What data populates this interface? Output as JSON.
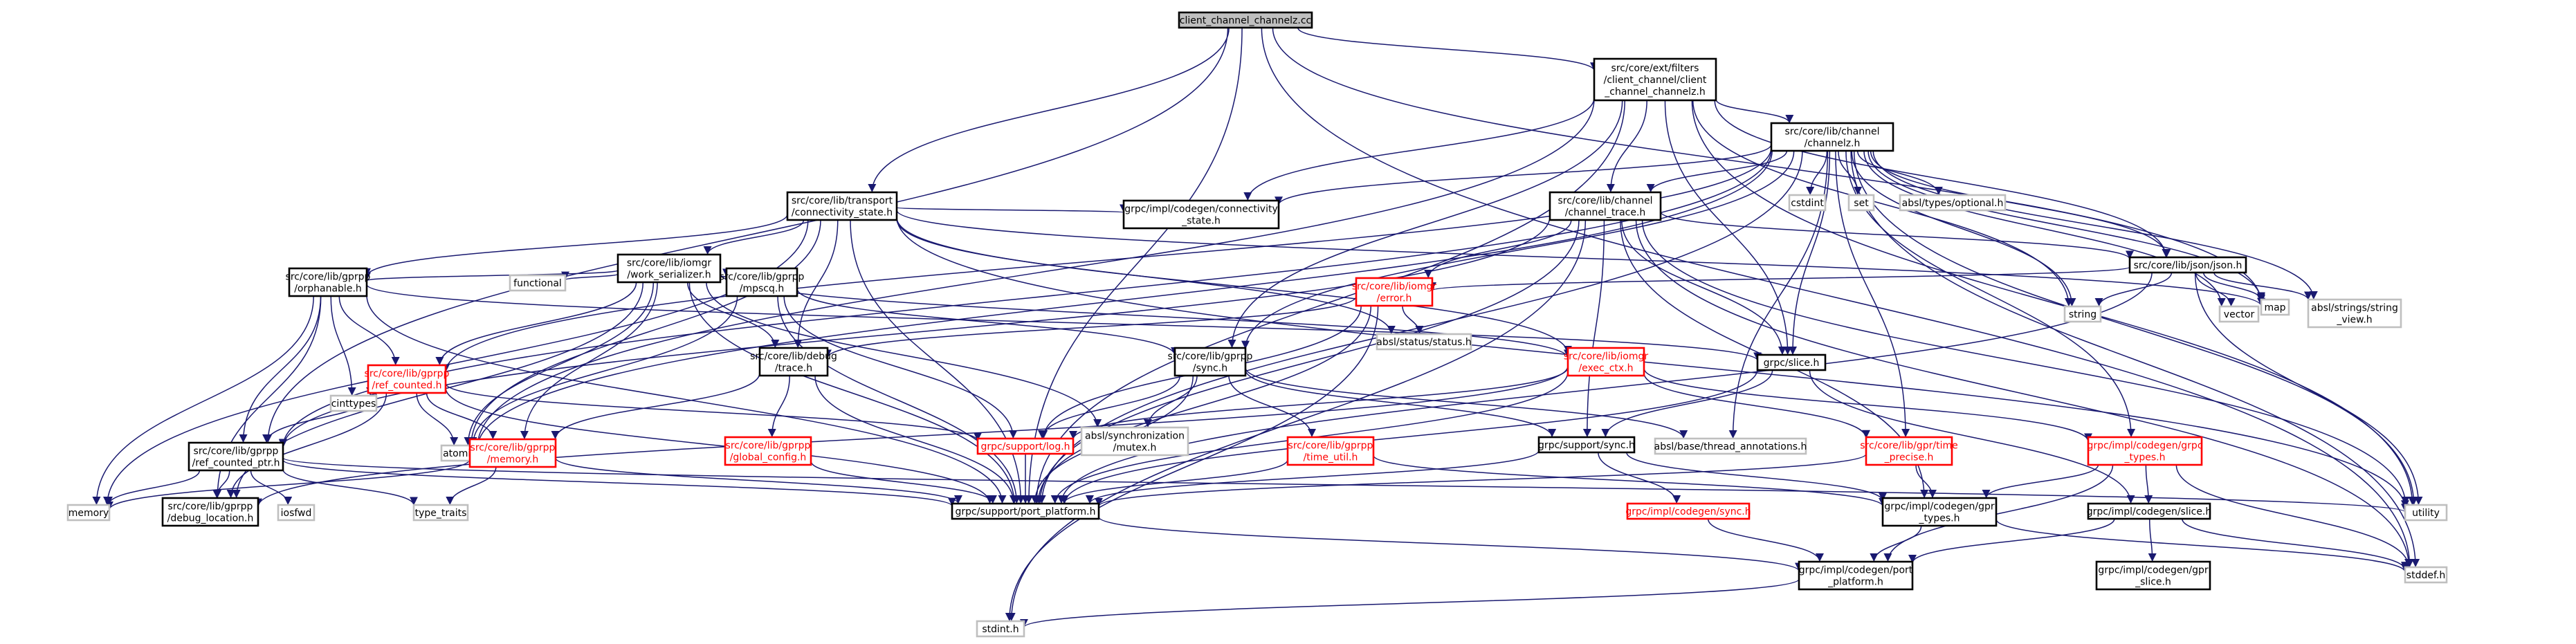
{
  "colors": {
    "edge": "#191970",
    "border_normal": "#000000",
    "border_error": "#ff0000",
    "border_external": "#bfbfbf",
    "text_normal": "#000000",
    "text_error": "#ff0000",
    "root_fill": "#bfbfbf"
  },
  "nodes": [
    {
      "id": "root",
      "lines": [
        "client_channel_channelz.cc"
      ],
      "kind": "root"
    },
    {
      "id": "cc_h",
      "lines": [
        "src/core/ext/filters",
        "/client_channel/client",
        "_channel_channelz.h"
      ],
      "kind": "normal"
    },
    {
      "id": "channelz",
      "lines": [
        "src/core/lib/channel",
        "/channelz.h"
      ],
      "kind": "normal"
    },
    {
      "id": "conn_state",
      "lines": [
        "src/core/lib/transport",
        "/connectivity_state.h"
      ],
      "kind": "normal"
    },
    {
      "id": "chan_trace",
      "lines": [
        "src/core/lib/channel",
        "/channel_trace.h"
      ],
      "kind": "normal"
    },
    {
      "id": "codegen_conn",
      "lines": [
        "grpc/impl/codegen/connectivity",
        "_state.h"
      ],
      "kind": "normal"
    },
    {
      "id": "cstdint",
      "lines": [
        "cstdint"
      ],
      "kind": "external"
    },
    {
      "id": "set",
      "lines": [
        "set"
      ],
      "kind": "external"
    },
    {
      "id": "optional",
      "lines": [
        "absl/types/optional.h"
      ],
      "kind": "external"
    },
    {
      "id": "work_ser",
      "lines": [
        "src/core/lib/iomgr",
        "/work_serializer.h"
      ],
      "kind": "normal"
    },
    {
      "id": "json",
      "lines": [
        "src/core/lib/json/json.h"
      ],
      "kind": "normal"
    },
    {
      "id": "functional",
      "lines": [
        "functional"
      ],
      "kind": "external"
    },
    {
      "id": "mpscq",
      "lines": [
        "src/core/lib/gprpp",
        "/mpscq.h"
      ],
      "kind": "normal"
    },
    {
      "id": "orphanable",
      "lines": [
        "src/core/lib/gprpp",
        "/orphanable.h"
      ],
      "kind": "normal"
    },
    {
      "id": "error",
      "lines": [
        "src/core/lib/iomgr",
        "/error.h"
      ],
      "kind": "error"
    },
    {
      "id": "map",
      "lines": [
        "map"
      ],
      "kind": "external"
    },
    {
      "id": "string",
      "lines": [
        "string"
      ],
      "kind": "external"
    },
    {
      "id": "vector",
      "lines": [
        "vector"
      ],
      "kind": "external"
    },
    {
      "id": "string_view",
      "lines": [
        "absl/strings/string",
        "_view.h"
      ],
      "kind": "external"
    },
    {
      "id": "status",
      "lines": [
        "absl/status/status.h"
      ],
      "kind": "external"
    },
    {
      "id": "debug_trace",
      "lines": [
        "src/core/lib/debug",
        "/trace.h"
      ],
      "kind": "normal"
    },
    {
      "id": "sync",
      "lines": [
        "src/core/lib/gprpp",
        "/sync.h"
      ],
      "kind": "normal"
    },
    {
      "id": "exec_ctx",
      "lines": [
        "src/core/lib/iomgr",
        "/exec_ctx.h"
      ],
      "kind": "error"
    },
    {
      "id": "slice",
      "lines": [
        "grpc/slice.h"
      ],
      "kind": "normal"
    },
    {
      "id": "ref_counted",
      "lines": [
        "src/core/lib/gprpp",
        "/ref_counted.h"
      ],
      "kind": "error"
    },
    {
      "id": "cinttypes",
      "lines": [
        "cinttypes"
      ],
      "kind": "external"
    },
    {
      "id": "atomic",
      "lines": [
        "atomic"
      ],
      "kind": "external"
    },
    {
      "id": "global_config",
      "lines": [
        "src/core/lib/gprpp",
        "/global_config.h"
      ],
      "kind": "error"
    },
    {
      "id": "log",
      "lines": [
        "grpc/support/log.h"
      ],
      "kind": "error"
    },
    {
      "id": "abs_mutex",
      "lines": [
        "absl/synchronization",
        "/mutex.h"
      ],
      "kind": "external"
    },
    {
      "id": "time_util",
      "lines": [
        "src/core/lib/gprpp",
        "/time_util.h"
      ],
      "kind": "error"
    },
    {
      "id": "support_sync",
      "lines": [
        "grpc/support/sync.h"
      ],
      "kind": "normal"
    },
    {
      "id": "thread_ann",
      "lines": [
        "absl/base/thread_annotations.h"
      ],
      "kind": "external"
    },
    {
      "id": "time_precise",
      "lines": [
        "src/core/lib/gpr/time",
        "_precise.h"
      ],
      "kind": "error"
    },
    {
      "id": "grpc_types",
      "lines": [
        "grpc/impl/codegen/grpc",
        "_types.h"
      ],
      "kind": "error"
    },
    {
      "id": "ref_counted_ptr",
      "lines": [
        "src/core/lib/gprpp",
        "/ref_counted_ptr.h"
      ],
      "kind": "normal"
    },
    {
      "id": "memory_h",
      "lines": [
        "src/core/lib/gprpp",
        "/memory.h"
      ],
      "kind": "error"
    },
    {
      "id": "memory",
      "lines": [
        "memory"
      ],
      "kind": "external"
    },
    {
      "id": "debug_location",
      "lines": [
        "src/core/lib/gprpp",
        "/debug_location.h"
      ],
      "kind": "normal"
    },
    {
      "id": "iosfwd",
      "lines": [
        "iosfwd"
      ],
      "kind": "external"
    },
    {
      "id": "type_traits",
      "lines": [
        "type_traits"
      ],
      "kind": "external"
    },
    {
      "id": "port_platform",
      "lines": [
        "grpc/support/port_platform.h"
      ],
      "kind": "normal"
    },
    {
      "id": "codegen_sync",
      "lines": [
        "grpc/impl/codegen/sync.h"
      ],
      "kind": "error"
    },
    {
      "id": "gpr_types",
      "lines": [
        "grpc/impl/codegen/gpr",
        "_types.h"
      ],
      "kind": "normal"
    },
    {
      "id": "codegen_slice",
      "lines": [
        "grpc/impl/codegen/slice.h"
      ],
      "kind": "normal"
    },
    {
      "id": "utility",
      "lines": [
        "utility"
      ],
      "kind": "external"
    },
    {
      "id": "codegen_port",
      "lines": [
        "grpc/impl/codegen/port",
        "_platform.h"
      ],
      "kind": "normal"
    },
    {
      "id": "gpr_slice",
      "lines": [
        "grpc/impl/codegen/gpr",
        "_slice.h"
      ],
      "kind": "normal"
    },
    {
      "id": "stddef",
      "lines": [
        "stddef.h"
      ],
      "kind": "external"
    },
    {
      "id": "stdint",
      "lines": [
        "stdint.h"
      ],
      "kind": "external"
    }
  ],
  "edges": [
    [
      "root",
      "cc_h"
    ],
    [
      "root",
      "conn_state"
    ],
    [
      "root",
      "port_platform"
    ],
    [
      "root",
      "map"
    ],
    [
      "root",
      "stddef"
    ],
    [
      "root",
      "ref_counted_ptr"
    ],
    [
      "cc_h",
      "channelz"
    ],
    [
      "cc_h",
      "chan_trace"
    ],
    [
      "cc_h",
      "codegen_conn"
    ],
    [
      "cc_h",
      "port_platform"
    ],
    [
      "cc_h",
      "string"
    ],
    [
      "cc_h",
      "json"
    ],
    [
      "cc_h",
      "slice"
    ],
    [
      "cc_h",
      "utility"
    ],
    [
      "cc_h",
      "sync"
    ],
    [
      "cc_h",
      "atomic"
    ],
    [
      "channelz",
      "chan_trace"
    ],
    [
      "channelz",
      "codegen_conn"
    ],
    [
      "channelz",
      "cstdint"
    ],
    [
      "channelz",
      "set"
    ],
    [
      "channelz",
      "optional"
    ],
    [
      "channelz",
      "json"
    ],
    [
      "channelz",
      "map"
    ],
    [
      "channelz",
      "string"
    ],
    [
      "channelz",
      "vector"
    ],
    [
      "channelz",
      "string_view"
    ],
    [
      "channelz",
      "slice"
    ],
    [
      "channelz",
      "sync"
    ],
    [
      "channelz",
      "grpc_types"
    ],
    [
      "channelz",
      "time_precise"
    ],
    [
      "channelz",
      "ref_counted_ptr"
    ],
    [
      "channelz",
      "ref_counted"
    ],
    [
      "channelz",
      "port_platform"
    ],
    [
      "channelz",
      "utility"
    ],
    [
      "channelz",
      "stddef"
    ],
    [
      "channelz",
      "atomic"
    ],
    [
      "channelz",
      "thread_ann"
    ],
    [
      "conn_state",
      "codegen_conn"
    ],
    [
      "conn_state",
      "work_ser"
    ],
    [
      "conn_state",
      "orphanable"
    ],
    [
      "conn_state",
      "debug_trace"
    ],
    [
      "conn_state",
      "atomic"
    ],
    [
      "conn_state",
      "map"
    ],
    [
      "conn_state",
      "memory"
    ],
    [
      "conn_state",
      "port_platform"
    ],
    [
      "conn_state",
      "utility"
    ],
    [
      "conn_state",
      "exec_ctx"
    ],
    [
      "conn_state",
      "status"
    ],
    [
      "chan_trace",
      "json"
    ],
    [
      "chan_trace",
      "slice"
    ],
    [
      "chan_trace",
      "port_platform"
    ],
    [
      "chan_trace",
      "ref_counted_ptr"
    ],
    [
      "chan_trace",
      "support_sync"
    ],
    [
      "chan_trace",
      "gpr_types"
    ],
    [
      "chan_trace",
      "error"
    ],
    [
      "chan_trace",
      "stdint"
    ],
    [
      "chan_trace",
      "stddef"
    ],
    [
      "chan_trace",
      "utility"
    ],
    [
      "work_ser",
      "functional"
    ],
    [
      "work_ser",
      "orphanable"
    ],
    [
      "work_ser",
      "ref_counted"
    ],
    [
      "work_ser",
      "mpscq"
    ],
    [
      "work_ser",
      "debug_trace"
    ],
    [
      "work_ser",
      "exec_ctx"
    ],
    [
      "work_ser",
      "atomic"
    ],
    [
      "work_ser",
      "port_platform"
    ],
    [
      "work_ser",
      "abs_mutex"
    ],
    [
      "work_ser",
      "debug_location"
    ],
    [
      "work_ser",
      "memory_h"
    ],
    [
      "json",
      "map"
    ],
    [
      "json",
      "string"
    ],
    [
      "json",
      "vector"
    ],
    [
      "json",
      "string_view"
    ],
    [
      "json",
      "utility"
    ],
    [
      "json",
      "error"
    ],
    [
      "json",
      "port_platform"
    ],
    [
      "mpscq",
      "sync"
    ],
    [
      "mpscq",
      "atomic"
    ],
    [
      "mpscq",
      "port_platform"
    ],
    [
      "mpscq",
      "log"
    ],
    [
      "orphanable",
      "ref_counted"
    ],
    [
      "orphanable",
      "ref_counted_ptr"
    ],
    [
      "orphanable",
      "memory"
    ],
    [
      "orphanable",
      "cinttypes"
    ],
    [
      "orphanable",
      "debug_location"
    ],
    [
      "orphanable",
      "port_platform"
    ],
    [
      "orphanable",
      "slice"
    ],
    [
      "error",
      "debug_trace"
    ],
    [
      "error",
      "status"
    ],
    [
      "error",
      "log"
    ],
    [
      "error",
      "port_platform"
    ],
    [
      "error",
      "stdint"
    ],
    [
      "debug_trace",
      "global_config"
    ],
    [
      "debug_trace",
      "memory_h"
    ],
    [
      "debug_trace",
      "port_platform"
    ],
    [
      "sync",
      "log"
    ],
    [
      "sync",
      "abs_mutex"
    ],
    [
      "sync",
      "time_util"
    ],
    [
      "sync",
      "support_sync"
    ],
    [
      "sync",
      "port_platform"
    ],
    [
      "sync",
      "thread_ann"
    ],
    [
      "exec_ctx",
      "log"
    ],
    [
      "exec_ctx",
      "time_precise"
    ],
    [
      "exec_ctx",
      "grpc_types"
    ],
    [
      "exec_ctx",
      "port_platform"
    ],
    [
      "exec_ctx",
      "debug_location"
    ],
    [
      "slice",
      "support_sync"
    ],
    [
      "slice",
      "codegen_slice"
    ],
    [
      "slice",
      "port_platform"
    ],
    [
      "ref_counted",
      "cinttypes"
    ],
    [
      "ref_counted",
      "atomic"
    ],
    [
      "ref_counted",
      "log"
    ],
    [
      "ref_counted",
      "ref_counted_ptr"
    ],
    [
      "ref_counted",
      "memory_h"
    ],
    [
      "ref_counted",
      "debug_location"
    ],
    [
      "ref_counted",
      "port_platform"
    ],
    [
      "global_config",
      "port_platform"
    ],
    [
      "log",
      "port_platform"
    ],
    [
      "time_util",
      "port_platform"
    ],
    [
      "time_util",
      "gpr_types"
    ],
    [
      "support_sync",
      "codegen_sync"
    ],
    [
      "support_sync",
      "gpr_types"
    ],
    [
      "support_sync",
      "port_platform"
    ],
    [
      "time_precise",
      "gpr_types"
    ],
    [
      "time_precise",
      "port_platform"
    ],
    [
      "grpc_types",
      "gpr_types"
    ],
    [
      "grpc_types",
      "codegen_slice"
    ],
    [
      "grpc_types",
      "stddef"
    ],
    [
      "grpc_types",
      "codegen_port"
    ],
    [
      "ref_counted_ptr",
      "debug_location"
    ],
    [
      "ref_counted_ptr",
      "iosfwd"
    ],
    [
      "ref_counted_ptr",
      "type_traits"
    ],
    [
      "ref_counted_ptr",
      "utility"
    ],
    [
      "ref_counted_ptr",
      "port_platform"
    ],
    [
      "ref_counted_ptr",
      "memory"
    ],
    [
      "memory_h",
      "memory"
    ],
    [
      "memory_h",
      "type_traits"
    ],
    [
      "memory_h",
      "port_platform"
    ],
    [
      "port_platform",
      "codegen_port"
    ],
    [
      "codegen_sync",
      "codegen_port"
    ],
    [
      "gpr_types",
      "codegen_port"
    ],
    [
      "gpr_types",
      "stddef"
    ],
    [
      "codegen_slice",
      "gpr_slice"
    ],
    [
      "codegen_slice",
      "codegen_port"
    ],
    [
      "codegen_slice",
      "stddef"
    ],
    [
      "codegen_port",
      "stdint"
    ]
  ]
}
